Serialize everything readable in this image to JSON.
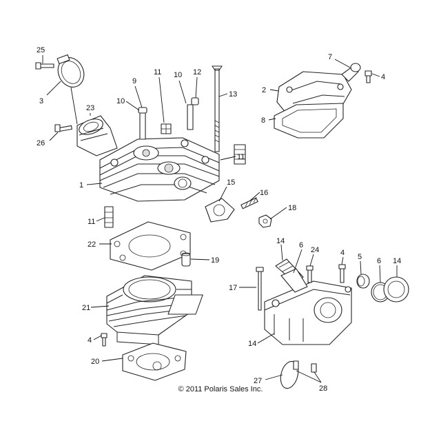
{
  "copyright": "© 2011 Polaris Sales Inc.",
  "callouts": [
    {
      "id": "c25",
      "text": "25"
    },
    {
      "id": "c3",
      "text": "3"
    },
    {
      "id": "c23",
      "text": "23"
    },
    {
      "id": "c26",
      "text": "26"
    },
    {
      "id": "c9",
      "text": "9"
    },
    {
      "id": "c11a",
      "text": "11"
    },
    {
      "id": "c10a",
      "text": "10"
    },
    {
      "id": "c12",
      "text": "12"
    },
    {
      "id": "c10b",
      "text": "10"
    },
    {
      "id": "c13",
      "text": "13"
    },
    {
      "id": "c11b",
      "text": "11"
    },
    {
      "id": "c1",
      "text": "1"
    },
    {
      "id": "c15",
      "text": "15"
    },
    {
      "id": "c16",
      "text": "16"
    },
    {
      "id": "c18",
      "text": "18"
    },
    {
      "id": "c11c",
      "text": "11"
    },
    {
      "id": "c22",
      "text": "22"
    },
    {
      "id": "c19",
      "text": "19"
    },
    {
      "id": "c21",
      "text": "21"
    },
    {
      "id": "c4a",
      "text": "4"
    },
    {
      "id": "c20",
      "text": "20"
    },
    {
      "id": "c7",
      "text": "7"
    },
    {
      "id": "c4b",
      "text": "4"
    },
    {
      "id": "c2",
      "text": "2"
    },
    {
      "id": "c8",
      "text": "8"
    },
    {
      "id": "c14a",
      "text": "14"
    },
    {
      "id": "c6a",
      "text": "6"
    },
    {
      "id": "c24",
      "text": "24"
    },
    {
      "id": "c4c",
      "text": "4"
    },
    {
      "id": "c5",
      "text": "5"
    },
    {
      "id": "c6b",
      "text": "6"
    },
    {
      "id": "c14b",
      "text": "14"
    },
    {
      "id": "c17",
      "text": "17"
    },
    {
      "id": "c14c",
      "text": "14"
    },
    {
      "id": "c27",
      "text": "27"
    },
    {
      "id": "c28",
      "text": "28"
    }
  ]
}
